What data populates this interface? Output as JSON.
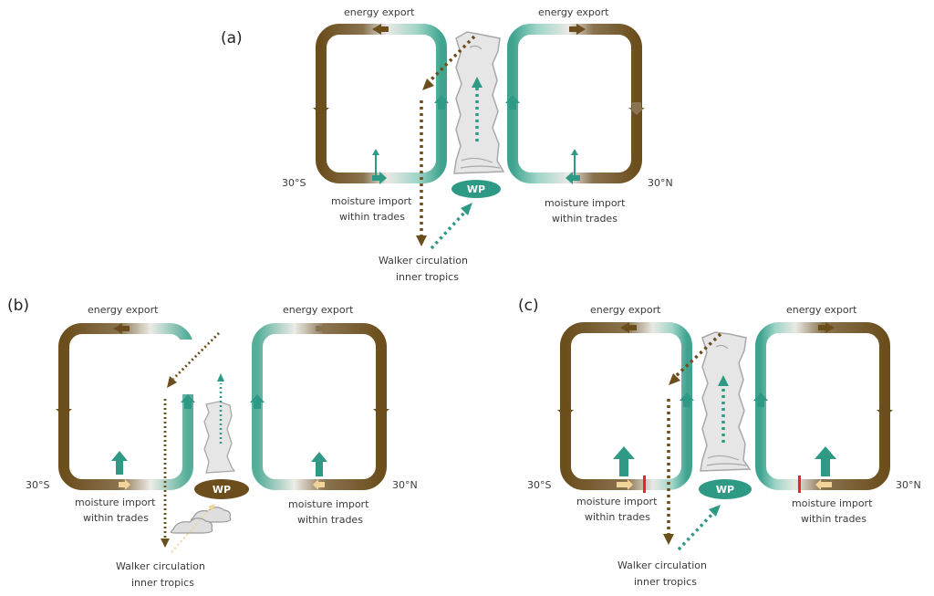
{
  "colors": {
    "brown": "#6b4e1c",
    "teal": "#2e9a86",
    "teal_light": "#8fd0c2",
    "cloud_fill": "#e6e6e6",
    "cloud_stroke": "#9a9a9a",
    "beige": "#f0d49a",
    "red_bar": "#e8262a"
  },
  "panels": [
    {
      "id": "a",
      "label": "(a)",
      "left_cell": {
        "energy_label": "energy export",
        "lat_label": "30°S",
        "moisture_label_1": "moisture import",
        "moisture_label_2": "within trades"
      },
      "right_cell": {
        "energy_label": "energy export",
        "lat_label": "30°N",
        "moisture_label_1": "moisture import",
        "moisture_label_2": "within trades"
      },
      "wp_label": "WP",
      "wp_color": "teal",
      "walker_label_1": "Walker circulation",
      "walker_label_2": "inner tropics"
    },
    {
      "id": "b",
      "label": "(b)",
      "left_cell": {
        "energy_label": "energy export",
        "lat_label": "30°S",
        "moisture_label_1": "moisture import",
        "moisture_label_2": "within trades"
      },
      "right_cell": {
        "energy_label": "energy export",
        "lat_label": "30°N",
        "moisture_label_1": "moisture import",
        "moisture_label_2": "within trades"
      },
      "wp_label": "WP",
      "wp_color": "brown",
      "walker_label_1": "Walker circulation",
      "walker_label_2": "inner tropics"
    },
    {
      "id": "c",
      "label": "(c)",
      "left_cell": {
        "energy_label": "energy export",
        "lat_label": "30°S",
        "moisture_label_1": "moisture import",
        "moisture_label_2": "within trades"
      },
      "right_cell": {
        "energy_label": "energy export",
        "lat_label": "30°N",
        "moisture_label_1": "moisture import",
        "moisture_label_2": "within trades"
      },
      "wp_label": "WP",
      "wp_color": "teal",
      "walker_label_1": "Walker circulation",
      "walker_label_2": "inner tropics"
    }
  ]
}
